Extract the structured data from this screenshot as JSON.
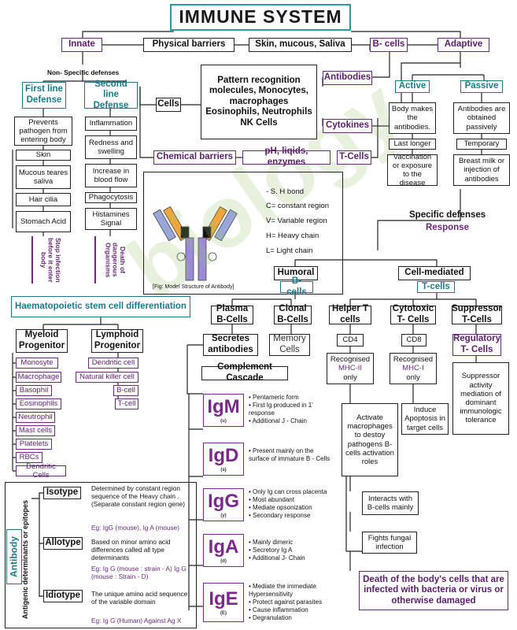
{
  "title": "IMMUNE SYSTEM",
  "top": {
    "innate": "Innate",
    "physical": "Physical barriers",
    "skin": "Skin, mucous, Saliva",
    "bcells": "B- cells",
    "adaptive": "Adaptive",
    "nonspecific": "Non- Specific defenses"
  },
  "innate": {
    "first": "First line Defense",
    "second": "Second line Defense",
    "first_items": [
      "Prevents pathogen from entering body",
      "Skin",
      "Mucous teares saliva",
      "Hair cilia",
      "Stomach Acid"
    ],
    "first_result": "Stop infection before it enter body",
    "second_items": [
      "Inflammation",
      "Redness and swelling",
      "Increase in blood flow",
      "Phagocytosis",
      "Histamines Signal"
    ],
    "second_result": "Death of dangerous Organisms"
  },
  "middle": {
    "cells": "Cells",
    "pattern": "Pattern recognition molecules, Monocytes, macrophages Eosinophils, Neutrophils NK Cells",
    "antibodies": "Antibodies",
    "cytokines": "Cytokines",
    "tcells": "T-Cells",
    "chemical": "Chemical barriers",
    "ph": "pH, liqids, enzymes"
  },
  "adaptive": {
    "active": "Active",
    "passive": "Passive",
    "active_items": [
      "Body makes the antibodies.",
      "Last longer",
      "Vaccination or exposure to the disease"
    ],
    "passive_items": [
      "Antibodies are obtained passively",
      "Temporary",
      "Breast milk or injection of antibodies"
    ]
  },
  "structure": {
    "legend": [
      "- S. H bond",
      "C= constant region",
      "V= Variable region",
      "H= Heavy chain",
      "L= Light chain"
    ],
    "caption": "[Fig: Model Structure of Antibody]"
  },
  "specific": {
    "title": "Specific defenses",
    "response": "Response",
    "humoral": "Humoral",
    "bcells": "B-cells",
    "cellmed": "Cell-mediated",
    "tcells": "T-cells"
  },
  "humoral": {
    "plasma": "Plasma B-Cells",
    "clonal": "Clonal B-Cells",
    "secretes": "Secretes antibodies",
    "memory": "Memory Cells",
    "complement": "Complement Cascade"
  },
  "tcell": {
    "helper": "Helper T cells",
    "cytotoxic": "Cytotoxic T- Cells",
    "suppressor": "Suppressor T-Cells",
    "cd4": "CD4",
    "cd8": "CD8",
    "regulatory": "Regulatory T- Cells",
    "mhc2_a": "Recognised",
    "mhc2_b": "MHC-II",
    "mhc2_c": "only",
    "mhc1_a": "Recognised",
    "mhc1_b": "MHC-I",
    "mhc1_c": "only",
    "supp_desc": "Suppressor activity mediation of dominant immunologic tolerance",
    "activate": "Activate macrophages to destoy pathogens B- cells activation roles",
    "induce": "Induce Apoptosis in target cells",
    "interacts": "Interacts with B-cells mainly",
    "fungal": "Fights fungal infection",
    "death": "Death of the body's cells that are infected with bacteria or virus or otherwise damaged"
  },
  "hema": {
    "title": "Haematopoietic stem cell differentiation",
    "myeloid": "Myeloid Progenitor",
    "lymphoid": "Lymphoid Progenitor",
    "myeloid_items": [
      "Monosyte",
      "Macrophage",
      "Basophil",
      "Eosinophils",
      "Neutrophil",
      "Mast cells",
      "Platelets",
      "RBCs",
      "Dendritic Cells"
    ],
    "lymphoid_items": [
      "Dendritic cell",
      "Natural killer cell",
      "B-cell",
      "T-cell"
    ]
  },
  "ig": [
    {
      "name": "IgM",
      "sub": "(u)",
      "points": [
        "Pentameric form",
        "First Ig produced in 1' response",
        "Additional J - Chain"
      ]
    },
    {
      "name": "IgD",
      "sub": "(s)",
      "points": [
        "Present mainly on the surface of immature B - Cells"
      ]
    },
    {
      "name": "IgG",
      "sub": "(y)",
      "points": [
        "Only Ig can cross placenta",
        "Most abundant",
        "Mediate opsonization",
        "Secondary response"
      ]
    },
    {
      "name": "IgA",
      "sub": "(d)",
      "points": [
        "Mainly dimeric",
        "Secretory Ig A",
        "Additional J- Chain"
      ]
    },
    {
      "name": "IgE",
      "sub": "(E)",
      "points": [
        "Mediate the immediate Hypersensitivity",
        "Protect against parasites",
        "Cause inflammation",
        "Degranulation"
      ]
    }
  ],
  "antibody": {
    "label": "Antibody",
    "side": "Antigenic determinants or epitopes",
    "isotype": "Isotype",
    "isotype_desc": "Determined by constant region sequence of the Heavy chain .(Separate constant region gene)",
    "isotype_eg": "Eg: IgG (mouse), Ig A (mouse)",
    "allotype": "Allotype",
    "allotype_desc": "Based on minor amino acid differences called all type determinants",
    "allotype_eg": "Eg: Ig G (mouse : strain - A)      Ig G (mouse  : Strain - D)",
    "idiotype": "Idiotype",
    "idiotype_desc": "The unique amino acid sequence of the variable domain",
    "idiotype_eg": "Eg: Ig G (Human) Against Ag X"
  },
  "watermark": "biology",
  "colors": {
    "purple": "#6a2a7a",
    "teal": "#1c7a8a",
    "title_border": "#2a9aa0"
  }
}
